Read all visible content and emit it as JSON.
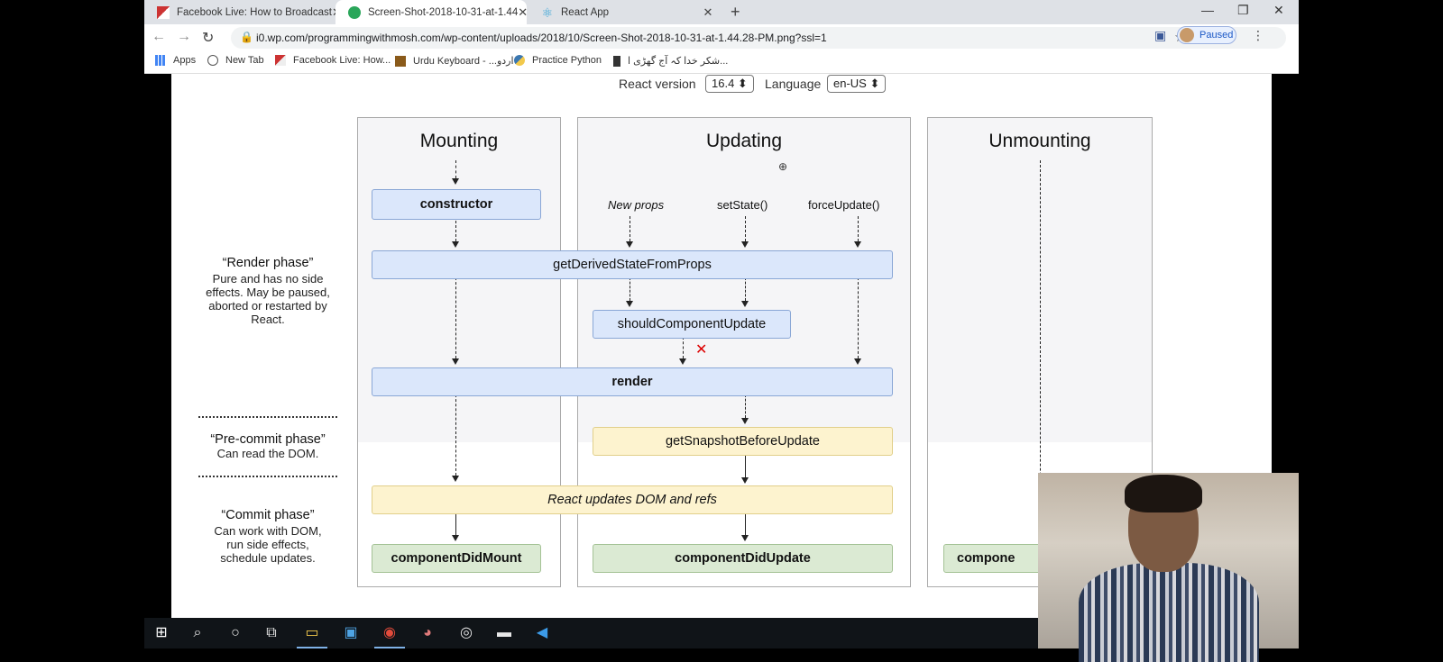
{
  "browser": {
    "tabs": [
      {
        "title": "Facebook Live: How to Broadcast",
        "active": false
      },
      {
        "title": "Screen-Shot-2018-10-31-at-1.44",
        "active": true
      },
      {
        "title": "React App",
        "active": false
      }
    ],
    "tab_close": "✕",
    "new_tab": "+",
    "window_controls": {
      "minimize": "—",
      "restore": "❐",
      "close": "✕"
    },
    "url": "i0.wp.com/programmingwithmosh.com/wp-content/uploads/2018/10/Screen-Shot-2018-10-31-at-1.44.28-PM.png?ssl=1",
    "profile_status": "Paused",
    "bookmarks": [
      "Apps",
      "New Tab",
      "Facebook Live: How...",
      "Urdu Keyboard - ...اردو",
      "Practice Python",
      "شکر خدا کہ آج گھڑی ا..."
    ]
  },
  "diagram": {
    "react_version_label": "React version",
    "react_version_value": "16.4 ⬍",
    "language_label": "Language",
    "language_value": "en-US ⬍",
    "mounting_title": "Mounting",
    "updating_title": "Updating",
    "unmounting_title": "Unmounting",
    "constructor": "constructor",
    "new_props": "New props",
    "set_state": "setState()",
    "force_update": "forceUpdate()",
    "get_derived_state": "getDerivedStateFromProps",
    "should_component_update": "shouldComponentUpdate",
    "render": "render",
    "get_snapshot": "getSnapshotBeforeUpdate",
    "react_updates_dom": "React updates DOM and refs",
    "component_did_mount": "componentDidMount",
    "component_did_update": "componentDidUpdate",
    "component_will_unmount_partial": "compone",
    "render_phase_title": "“Render phase”",
    "render_phase_desc": "Pure and has no side effects. May be paused, aborted or restarted by React.",
    "precommit_phase_title": "“Pre-commit phase”",
    "precommit_phase_desc": "Can read the DOM.",
    "commit_phase_title": "“Commit phase”",
    "commit_phase_desc": "Can work with DOM, run side effects, schedule updates."
  },
  "colors": {
    "lifecycle_blue": "#dbe7fb",
    "commit_yellow": "#fdf3cf",
    "did_green": "#dbead3",
    "reject_red": "#d00000"
  }
}
